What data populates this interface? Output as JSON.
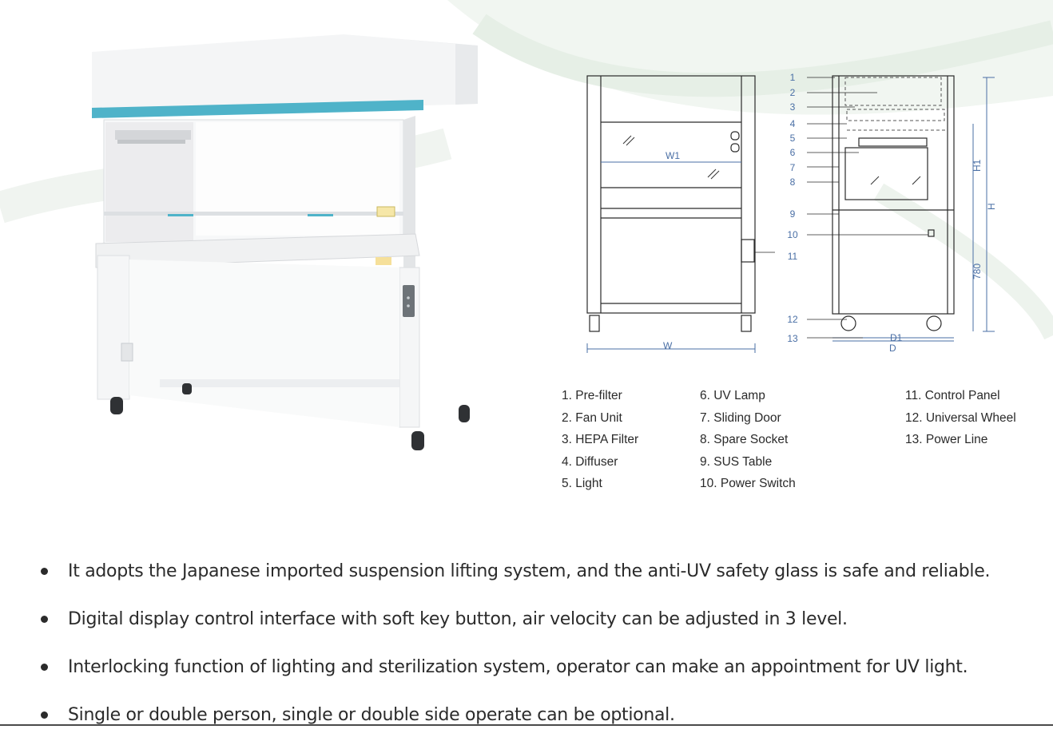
{
  "diagram": {
    "dimension_labels": {
      "w1": "W1",
      "w": "W",
      "d1": "D1",
      "d": "D",
      "h1": "H1",
      "h": "H",
      "base_height": "780"
    },
    "callout_numbers": [
      "1",
      "2",
      "3",
      "4",
      "5",
      "6",
      "7",
      "8",
      "9",
      "10",
      "11",
      "12",
      "13"
    ]
  },
  "legend": {
    "columns": [
      [
        "1. Pre-filter",
        "2. Fan Unit",
        "3. HEPA Filter",
        "4. Diffuser",
        "5. Light"
      ],
      [
        "6. UV Lamp",
        "7. Sliding Door",
        "8. Spare Socket",
        "9. SUS Table",
        "10. Power Switch"
      ],
      [
        "11. Control Panel",
        "12. Universal Wheel",
        "13. Power Line"
      ]
    ]
  },
  "features": [
    "It adopts the Japanese imported suspension lifting system, and the anti-UV safety glass is safe and reliable.",
    "Digital display control interface with soft key button, air velocity can be adjusted in 3 level.",
    "Interlocking function of lighting and sterilization system, operator can make an appointment for UV light.",
    "Single or double person, single or double side operate can be optional."
  ],
  "colors": {
    "accent_stripe": "#4fb3c9",
    "dimension_line": "#4a6fa5",
    "text": "#2b2b2b"
  }
}
